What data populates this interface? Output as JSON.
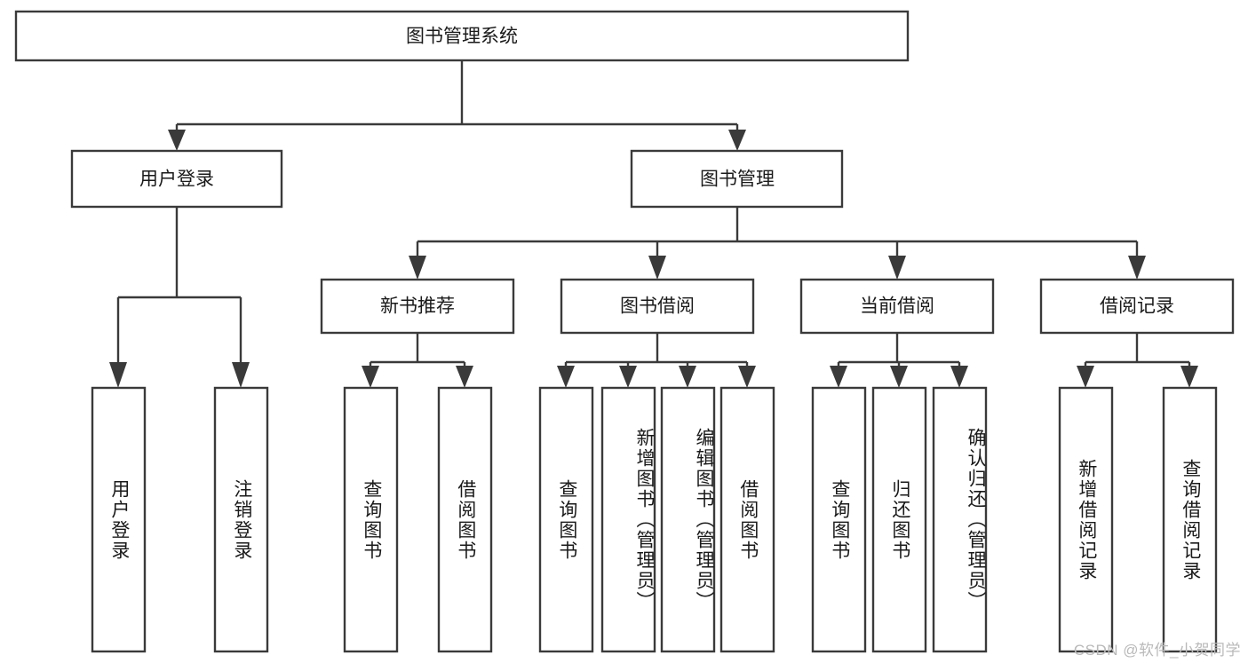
{
  "diagram": {
    "kind": "functional-structure-tree",
    "orientation": "top-down",
    "watermark": "CSDN @软件_小贺同学",
    "colors": {
      "background": "#ffffff",
      "box_fill": "#ffffff",
      "box_stroke": "#3a3a3a",
      "connector": "#3a3a3a",
      "text": "#1a1a1a",
      "watermark_text": "#b9b9b9"
    },
    "root": {
      "label": "图书管理系统"
    },
    "level2": [
      {
        "label": "用户登录"
      },
      {
        "label": "图书管理"
      }
    ],
    "level3": [
      {
        "label": "新书推荐"
      },
      {
        "label": "图书借阅"
      },
      {
        "label": "当前借阅"
      },
      {
        "label": "借阅记录"
      }
    ],
    "leaves": {
      "user_login": [
        {
          "label": "用户登录"
        },
        {
          "label": "注销登录"
        }
      ],
      "new_book_recommend": [
        {
          "label": "查询图书"
        },
        {
          "label": "借阅图书"
        }
      ],
      "book_borrow": [
        {
          "label": "查询图书"
        },
        {
          "label": "新增图书（管理员）"
        },
        {
          "label": "编辑图书（管理员）"
        },
        {
          "label": "借阅图书"
        }
      ],
      "current_borrow": [
        {
          "label": "查询图书"
        },
        {
          "label": "归还图书"
        },
        {
          "label": "确认归还（管理员）"
        }
      ],
      "borrow_record": [
        {
          "label": "新增借阅记录"
        },
        {
          "label": "查询借阅记录"
        }
      ]
    }
  }
}
